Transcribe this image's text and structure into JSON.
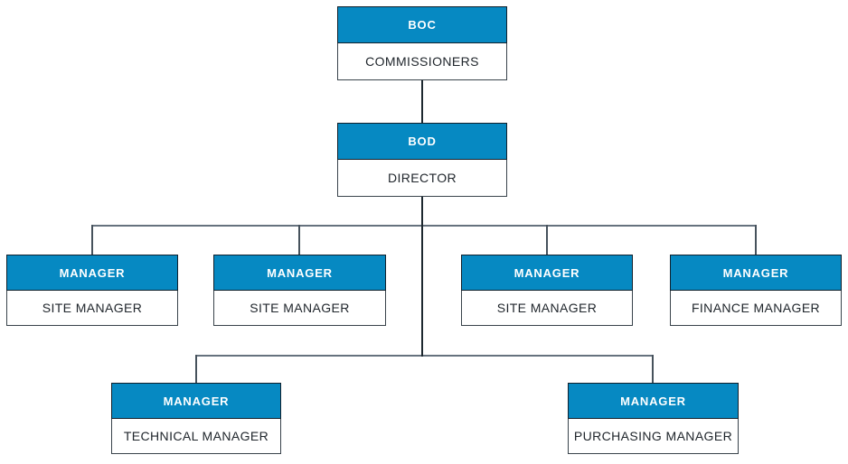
{
  "diagram": {
    "type": "org-chart",
    "nodes": [
      {
        "id": "boc",
        "title": "BOC",
        "subtitle": "COMMISSIONERS",
        "reports_to": null
      },
      {
        "id": "bod",
        "title": "BOD",
        "subtitle": "DIRECTOR",
        "reports_to": "boc"
      },
      {
        "id": "site-1",
        "title": "MANAGER",
        "subtitle": "SITE MANAGER",
        "reports_to": "bod"
      },
      {
        "id": "site-2",
        "title": "MANAGER",
        "subtitle": "SITE MANAGER",
        "reports_to": "bod"
      },
      {
        "id": "site-3",
        "title": "MANAGER",
        "subtitle": "SITE MANAGER",
        "reports_to": "bod"
      },
      {
        "id": "finance",
        "title": "MANAGER",
        "subtitle": "FINANCE MANAGER",
        "reports_to": "bod"
      },
      {
        "id": "technical",
        "title": "MANAGER",
        "subtitle": "TECHNICAL MANAGER",
        "reports_to": "bod"
      },
      {
        "id": "purchasing",
        "title": "MANAGER",
        "subtitle": "PURCHASING MANAGER",
        "reports_to": "bod"
      }
    ],
    "colors": {
      "header_bg": "#0689c2",
      "header_text": "#ffffff",
      "header_border": "#10202c",
      "body_bg": "#ffffff",
      "body_text": "#20262c",
      "body_border": "#39434b",
      "connector_horizontal": "#66727e",
      "connector_vertical": "#46525c",
      "connector_trunk": "#1d2830"
    }
  }
}
